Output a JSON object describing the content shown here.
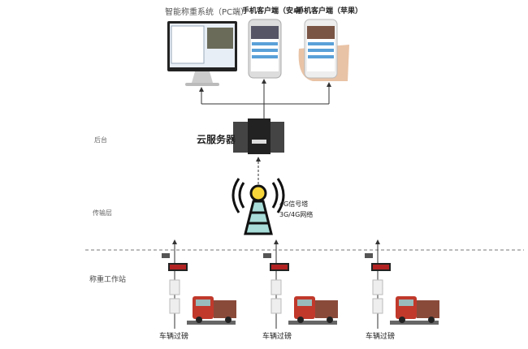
{
  "clients": {
    "pc": "智能称重系统（PC端）",
    "android": "手机客户端（安卓）",
    "iphone": "手机客户端（苹果）"
  },
  "server_label": "云服务器",
  "tower": {
    "line1": "4G信号塔",
    "line2": "3G/4G网络"
  },
  "layers": {
    "backend": "后台",
    "transport": "传输层",
    "station": "称重工作站"
  },
  "stations": [
    {
      "label": "车辆过磅"
    },
    {
      "label": "车辆过磅"
    },
    {
      "label": "车辆过磅"
    }
  ],
  "colors": {
    "tower_top": "#f5d53a",
    "tower_body": "#a8ddd9",
    "truck": "#c0392b",
    "display": "#b22222"
  }
}
